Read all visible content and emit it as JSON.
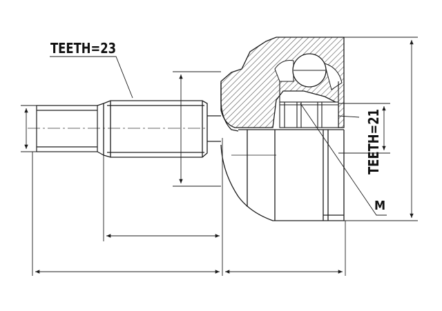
{
  "diagram": {
    "labels": {
      "teeth_outer": "TEETH=23",
      "teeth_inner": "TEETH=21",
      "marker": "M"
    },
    "colors": {
      "line": "#1a1a1a",
      "hatch": "#555555",
      "background": "#ffffff"
    }
  }
}
